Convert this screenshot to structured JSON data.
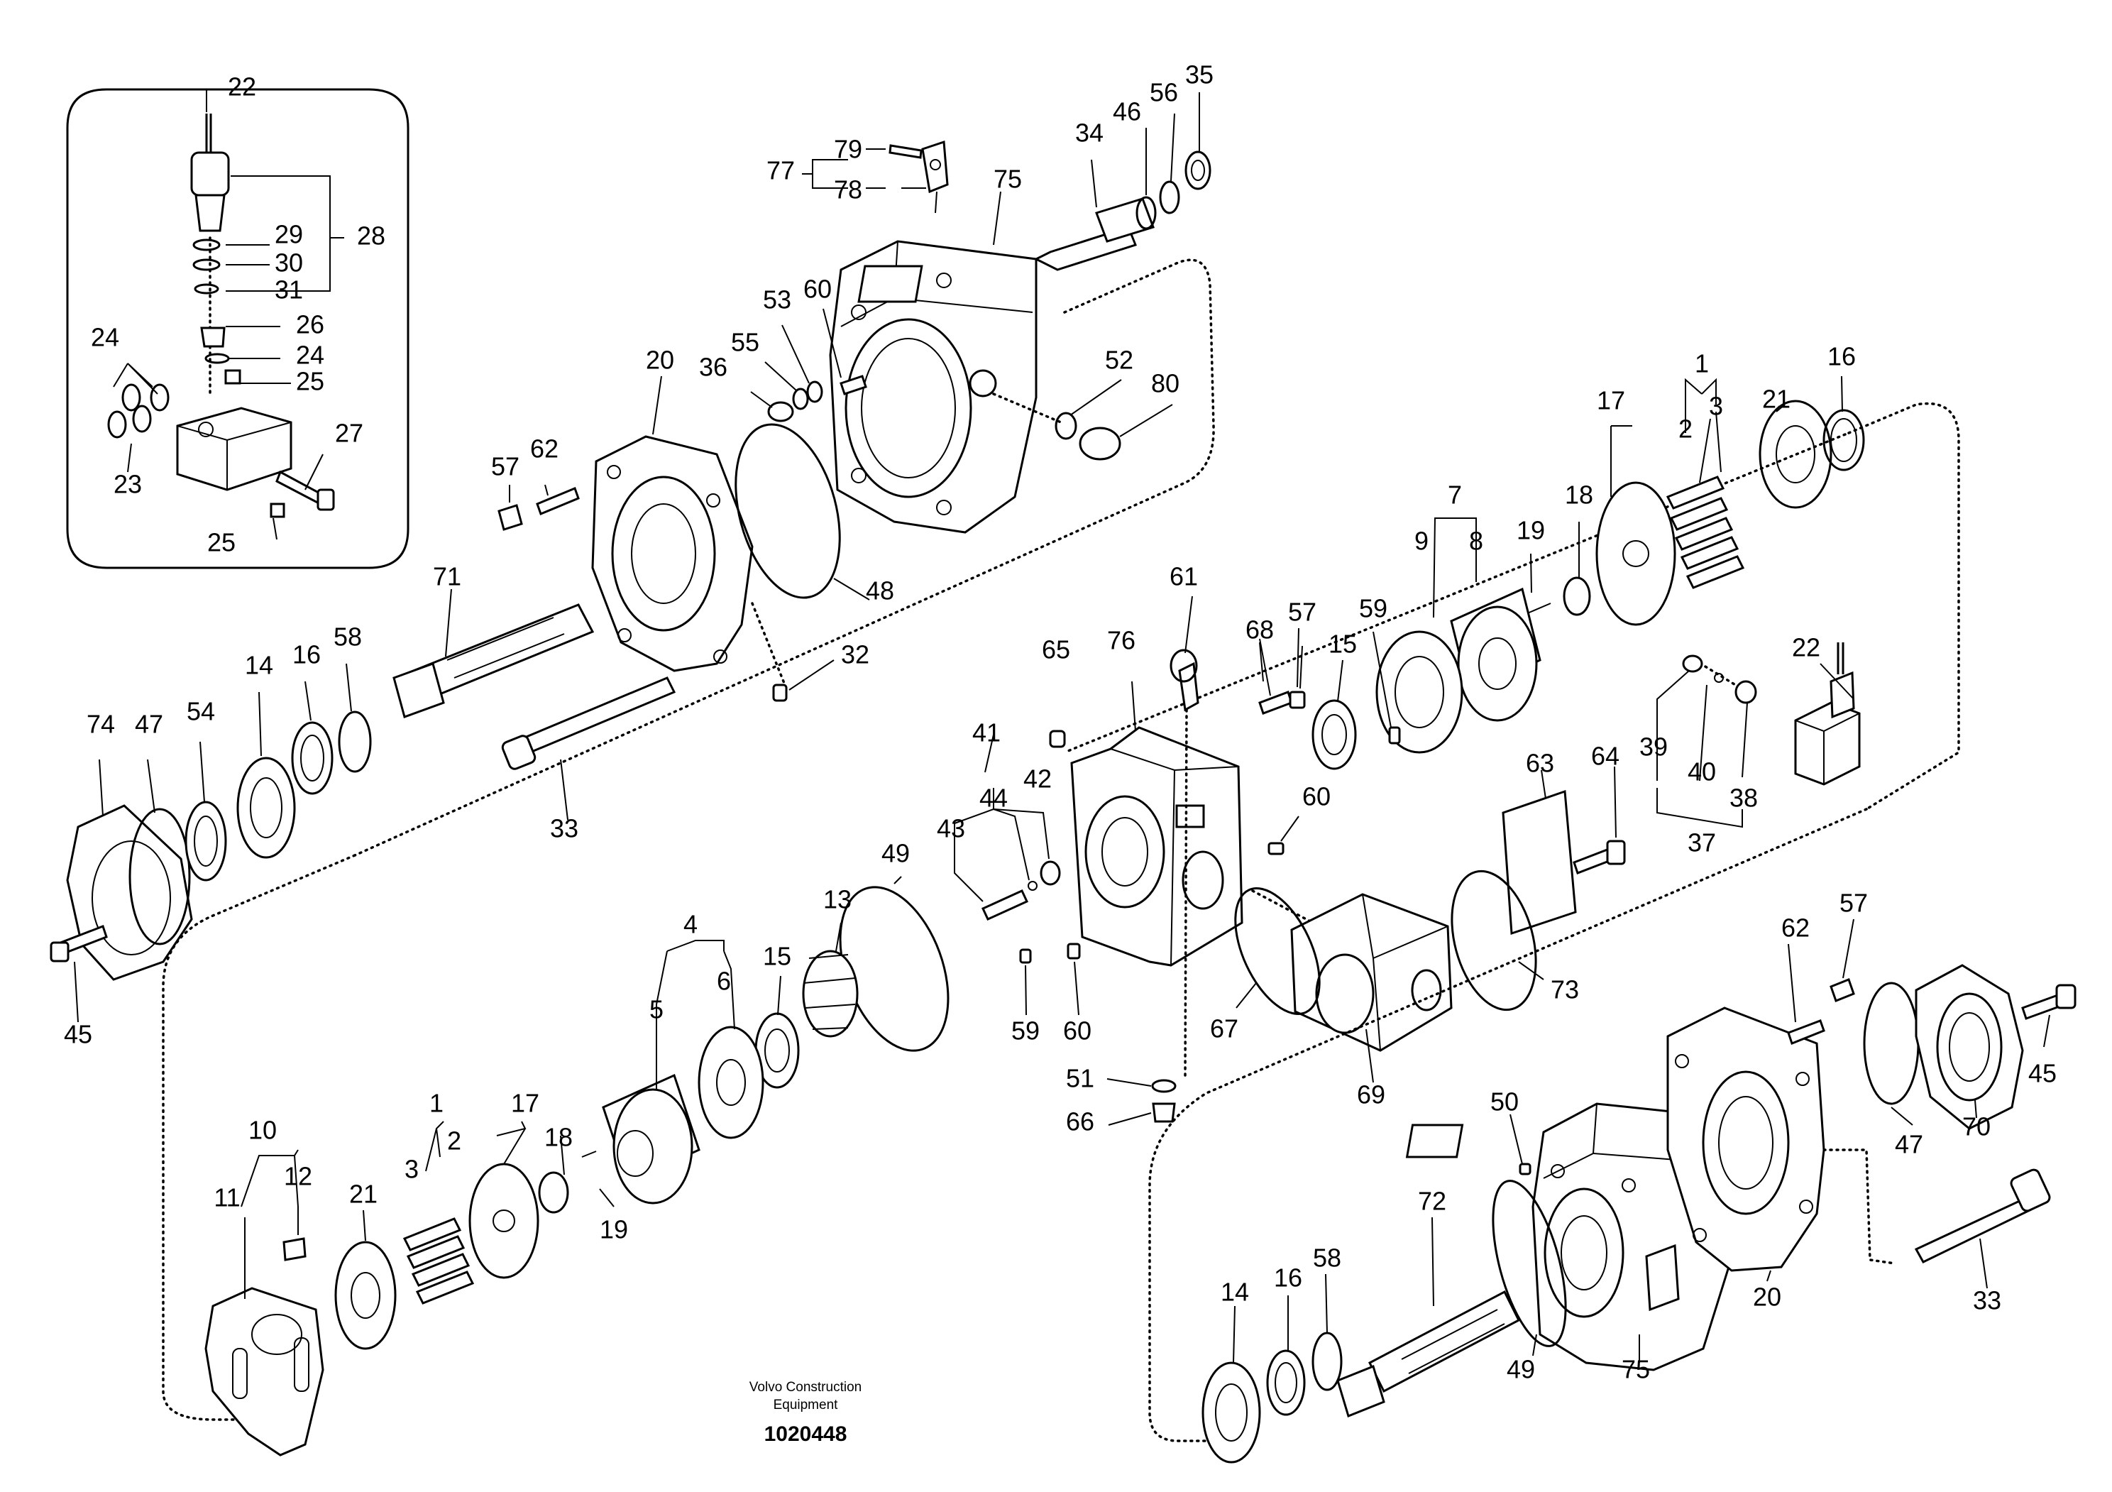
{
  "drawing": {
    "manufacturer_line1": "Volvo Construction",
    "manufacturer_line2": "Equipment",
    "drawing_number": "1020448"
  },
  "callouts": [
    "1",
    "2",
    "3",
    "4",
    "5",
    "6",
    "7",
    "8",
    "9",
    "10",
    "11",
    "12",
    "13",
    "14",
    "15",
    "16",
    "17",
    "18",
    "19",
    "20",
    "21",
    "22",
    "23",
    "24",
    "25",
    "26",
    "27",
    "28",
    "29",
    "30",
    "31",
    "32",
    "33",
    "34",
    "35",
    "36",
    "37",
    "38",
    "39",
    "40",
    "41",
    "42",
    "43",
    "44",
    "45",
    "46",
    "47",
    "48",
    "49",
    "50",
    "51",
    "52",
    "53",
    "54",
    "55",
    "56",
    "57",
    "58",
    "59",
    "60",
    "61",
    "62",
    "63",
    "64",
    "65",
    "66",
    "67",
    "68",
    "69",
    "70",
    "71",
    "72",
    "73",
    "74",
    "75",
    "76",
    "77",
    "78",
    "79",
    "80"
  ],
  "colors": {
    "ink": "#000000",
    "paper": "#ffffff"
  }
}
